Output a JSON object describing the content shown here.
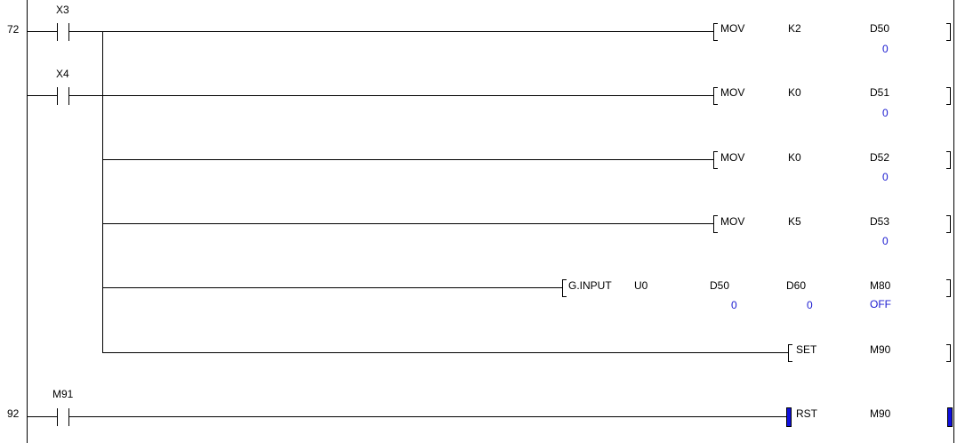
{
  "rungs": [
    {
      "step": "72",
      "contacts": [
        "X3",
        "X4"
      ],
      "instructions": [
        {
          "op": "MOV",
          "args": [
            "K2",
            "D50"
          ],
          "values": [
            "0"
          ]
        },
        {
          "op": "MOV",
          "args": [
            "K0",
            "D51"
          ],
          "values": [
            "0"
          ]
        },
        {
          "op": "MOV",
          "args": [
            "K0",
            "D52"
          ],
          "values": [
            "0"
          ]
        },
        {
          "op": "MOV",
          "args": [
            "K5",
            "D53"
          ],
          "values": [
            "0"
          ]
        },
        {
          "op": "G.INPUT",
          "args": [
            "U0",
            "D50",
            "D60",
            "M80"
          ],
          "values": [
            "0",
            "0",
            "OFF"
          ]
        },
        {
          "op": "SET",
          "args": [
            "M90"
          ]
        }
      ]
    },
    {
      "step": "92",
      "contacts": [
        "M91"
      ],
      "instructions": [
        {
          "op": "RST",
          "args": [
            "M90"
          ],
          "selected": true
        }
      ]
    }
  ],
  "colors": {
    "value": "#1a1ad0",
    "selection": "#1010e0"
  }
}
